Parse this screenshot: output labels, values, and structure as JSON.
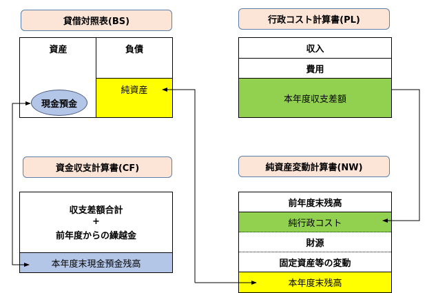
{
  "bs": {
    "title": "貸借対照表(BS)",
    "assets": "資産",
    "liabilities": "負債",
    "net_assets": "純資産",
    "cash": "現金預金"
  },
  "pl": {
    "title": "行政コスト計算書(PL)",
    "revenue": "収入",
    "expenses": "費用",
    "balance": "本年度収支差額"
  },
  "cf": {
    "title": "資金収支計算書(CF)",
    "line1": "収支差額合計",
    "plus": "+",
    "line2": "前年度からの繰越金",
    "ending": "本年度末現金預金残高"
  },
  "nw": {
    "title": "純資産変動計算書(NW)",
    "prior": "前年度末残高",
    "net_cost": "純行政コスト",
    "funding": "財源",
    "fixed_change": "固定資産等の変動",
    "ending": "本年度末残高"
  },
  "colors": {
    "title_bg": "#fce4d6",
    "yellow": "#ffff00",
    "green": "#92d050",
    "blue": "#b4c6e7"
  }
}
